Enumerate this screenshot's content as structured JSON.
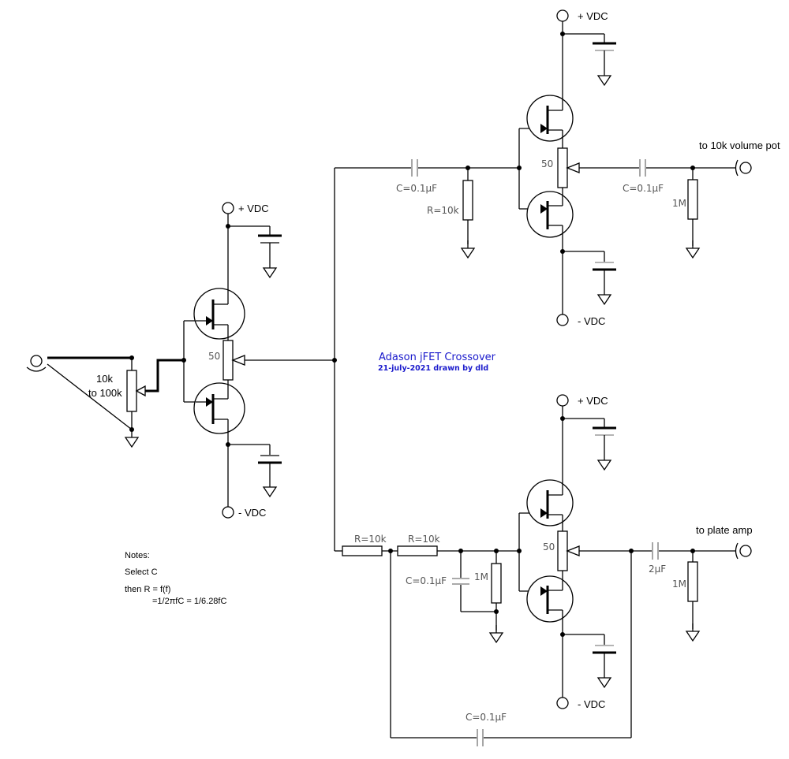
{
  "title": "Adason jFET Crossover",
  "subtitle": "21-july-2021 drawn by dld",
  "labels": {
    "vdc_pos": "+ VDC",
    "vdc_neg": "- VDC",
    "pot_50": "50",
    "input_pot": "10k",
    "input_pot_b": "to 100k",
    "cap_01": "C=0.1µF",
    "r_10k": "R=10k",
    "r_1m": "1M",
    "cap_2u": "2µF",
    "out_top": "to 10k volume pot",
    "out_bottom": "to plate amp"
  },
  "notes": {
    "heading": "Notes:",
    "line1": "Select C",
    "line2": "then R = f(f)",
    "line3": "=1/2πfC = 1/6.28fC"
  }
}
